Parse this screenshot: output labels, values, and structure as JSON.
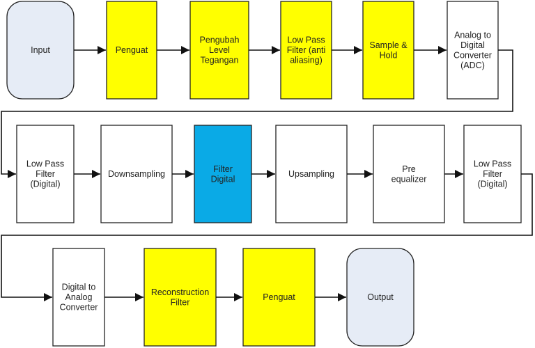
{
  "colors": {
    "io": "#e6ecf6",
    "highlight": "#ffff00",
    "plain": "#ffffff",
    "filter": "#0aaae6",
    "stroke": "#222222"
  },
  "nodes": {
    "input": {
      "lines": [
        "Input"
      ],
      "style": "io"
    },
    "penguat1": {
      "lines": [
        "Penguat"
      ],
      "style": "highlight"
    },
    "pengubah": {
      "lines": [
        "Pengubah",
        "Level",
        "Tegangan"
      ],
      "style": "highlight"
    },
    "lpf_analog": {
      "lines": [
        "Low Pass",
        "Filter (anti",
        "aliasing)"
      ],
      "style": "highlight"
    },
    "sample_hold": {
      "lines": [
        "Sample &",
        "Hold"
      ],
      "style": "highlight"
    },
    "adc": {
      "lines": [
        "Analog to",
        "Digital",
        "Converter",
        "(ADC)"
      ],
      "style": "plain"
    },
    "lpf_digital1": {
      "lines": [
        "Low Pass",
        "Filter",
        "(Digital)"
      ],
      "style": "plain"
    },
    "downsampling": {
      "lines": [
        "Downsampling"
      ],
      "style": "plain"
    },
    "filter_digital": {
      "lines": [
        "Filter",
        "Digital"
      ],
      "style": "filter"
    },
    "upsampling": {
      "lines": [
        "Upsampling"
      ],
      "style": "plain"
    },
    "pre_equalizer": {
      "lines": [
        "Pre",
        "equalizer"
      ],
      "style": "plain"
    },
    "lpf_digital2": {
      "lines": [
        "Low Pass",
        "Filter",
        "(Digital)"
      ],
      "style": "plain"
    },
    "dac": {
      "lines": [
        "Digital to",
        "Analog",
        "Converter"
      ],
      "style": "plain"
    },
    "reconstruction": {
      "lines": [
        "Reconstruction",
        "Filter"
      ],
      "style": "highlight"
    },
    "penguat2": {
      "lines": [
        "Penguat"
      ],
      "style": "highlight"
    },
    "output": {
      "lines": [
        "Output"
      ],
      "style": "io"
    }
  }
}
